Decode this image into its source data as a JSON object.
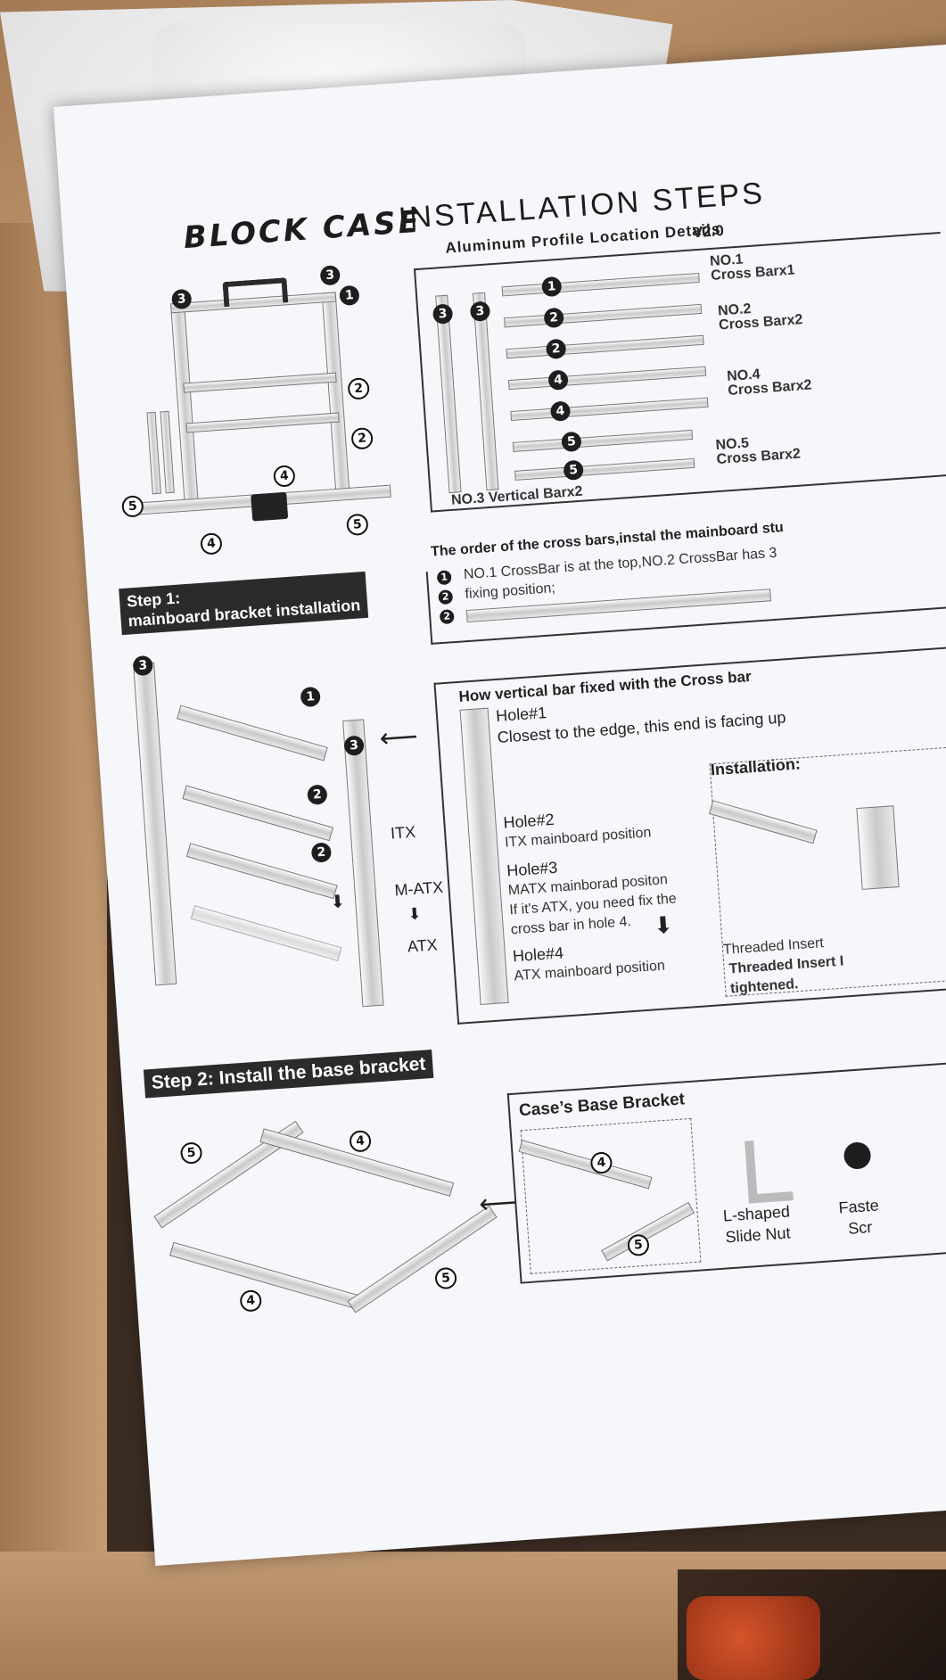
{
  "header": {
    "title_brand": "BLOCK CASE",
    "title_rest": "INSTALLATION STEPS",
    "version": "V2.0"
  },
  "profile_details": {
    "heading": "Aluminum Profile Location Details",
    "items": [
      {
        "no": "NO.1",
        "desc": "Cross Barx1"
      },
      {
        "no": "NO.2",
        "desc": "Cross Barx2"
      },
      {
        "no": "NO.4",
        "desc": "Cross Barx2"
      },
      {
        "no": "NO.5",
        "desc": "Cross Barx2"
      }
    ],
    "vertical": "NO.3 Vertical Barx2"
  },
  "step1": {
    "label_line1": "Step 1:",
    "label_line2": "mainboard bracket installation",
    "sizes": [
      "ITX",
      "M-ATX",
      "ATX"
    ]
  },
  "order_note": {
    "heading": "The order of the cross bars,instal the mainboard stu",
    "line1": "NO.1 CrossBar is at the top,NO.2 CrossBar has 3",
    "line2": "fixing position;"
  },
  "vertical_fix": {
    "heading": "How vertical bar fixed with the Cross bar",
    "hole1": "Hole#1",
    "hole1_note": "Closest to the edge, this end is facing up",
    "hole2": "Hole#2",
    "hole2_note": "ITX mainboard position",
    "hole3": "Hole#3",
    "hole3_note": "MATX mainborad positon",
    "hole3_extra1": "If it's ATX, you need fix the",
    "hole3_extra2": "cross bar in hole 4.",
    "hole4": "Hole#4",
    "hole4_note": "ATX mainboard position",
    "install_label": "Installation:",
    "insert1": "Threaded Insert",
    "insert2": "Threaded Insert I",
    "insert3": "tightened."
  },
  "step2": {
    "label": "Step 2: Install the base bracket"
  },
  "base_bracket": {
    "heading": "Case’s Base Bracket",
    "part1_a": "L-shaped",
    "part1_b": "Slide Nut",
    "part2_a": "Faste",
    "part2_b": "Scr"
  },
  "circle_numbers": [
    "1",
    "2",
    "3",
    "4",
    "5"
  ]
}
